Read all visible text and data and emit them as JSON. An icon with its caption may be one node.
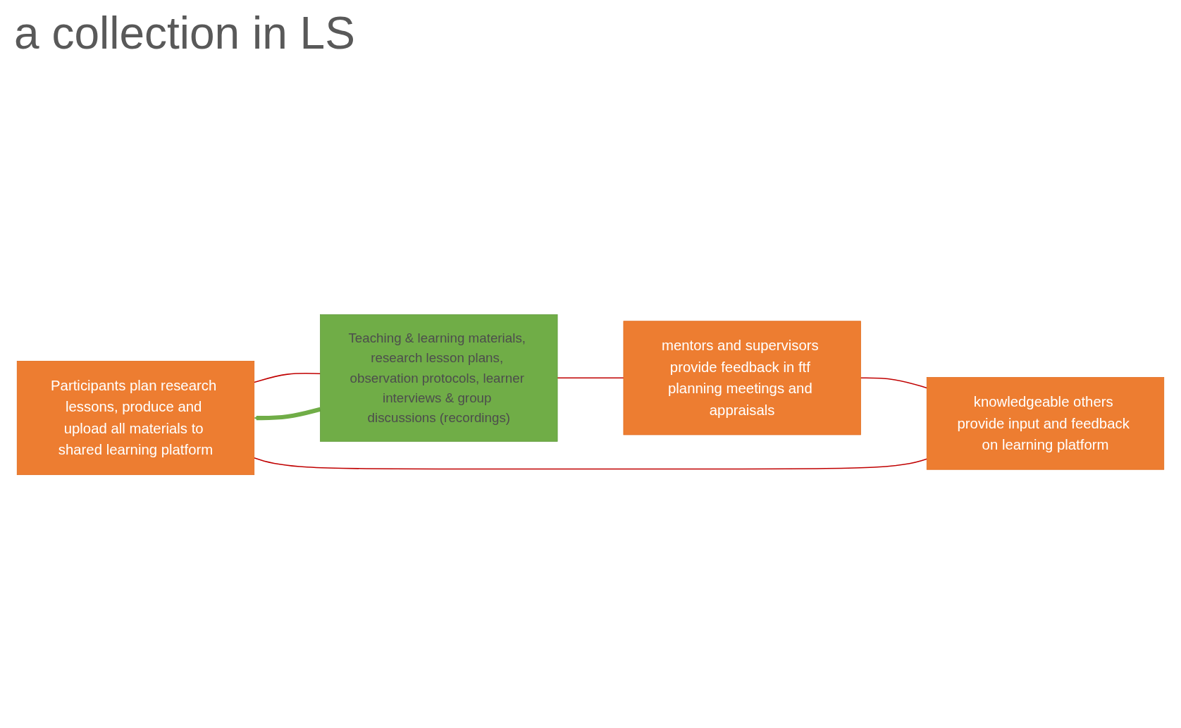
{
  "diagram": {
    "title": "a collection in LS",
    "nodes": [
      {
        "text": [
          "Participants plan research lessons, produce and upload all materials to shared learning platform"
        ]
      },
      {
        "text": [
          "Teaching & learning materials, research lesson plans, observation protocols, learner interviews & group discussions (recordings)"
        ]
      },
      {
        "text": [
          "knowledgeable others provide input and feedback on learning platform"
        ]
      },
      {
        "text": [
          "mentors and supervisors provide feedback in ftf planning meetings and appraisals"
        ]
      }
    ],
    "edges": [
      {
        "from": 1,
        "to": 0,
        "arrow": "to",
        "style": "thick",
        "color": "#70ad47"
      },
      {
        "from": 0,
        "to": 1,
        "arrow": "none",
        "color": "#c00000"
      },
      {
        "from": 1,
        "to": 3,
        "arrow": "none",
        "color": "#c00000"
      },
      {
        "from": 3,
        "to": 2,
        "arrow": "none",
        "color": "#c00000"
      },
      {
        "from": 2,
        "to": 0,
        "arrow": "none",
        "color": "#c00000"
      }
    ]
  }
}
